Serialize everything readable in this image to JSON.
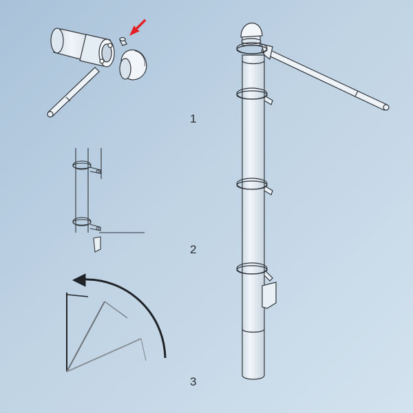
{
  "steps": [
    {
      "number": "1"
    },
    {
      "number": "2"
    },
    {
      "number": "3"
    }
  ],
  "colors": {
    "background": "#bfd3e4",
    "line": "#2f3338",
    "fill": "#e9f0f6",
    "arrow_accent": "#e31e24",
    "rotation_arrow": "#1f2226"
  },
  "icons": [
    "pole-icon",
    "cap-icon",
    "bracket-icon",
    "arm-icon",
    "rotation-arrow-icon",
    "red-pointer-icon"
  ]
}
